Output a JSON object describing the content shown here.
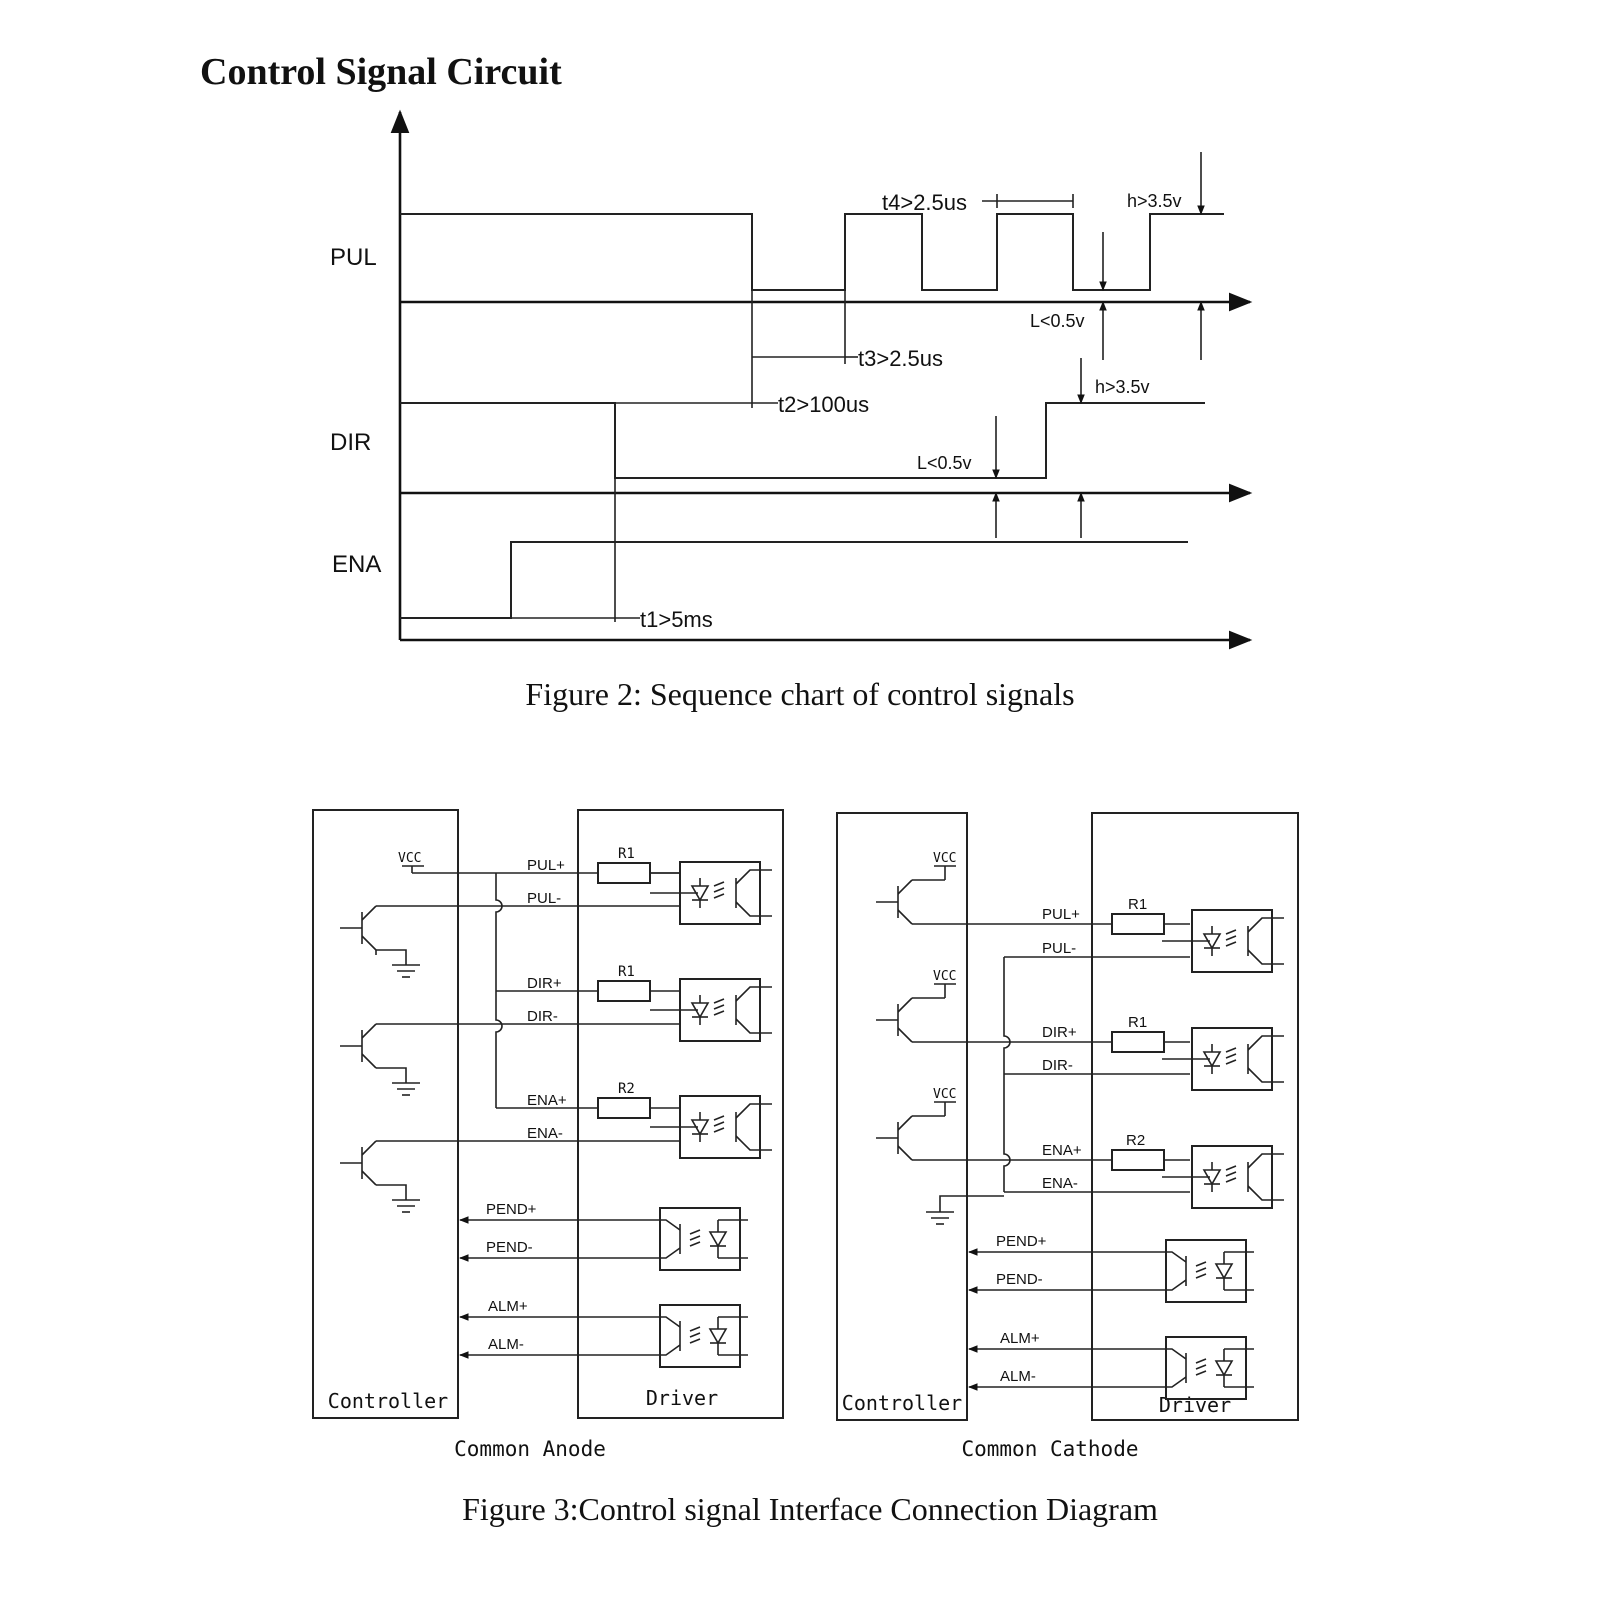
{
  "page": {
    "section_title": "Control Signal Circuit",
    "figure2_caption": "Figure 2: Sequence chart of control signals",
    "figure3_caption": "Figure 3:Control signal Interface Connection Diagram"
  },
  "sequence": {
    "signals": [
      "PUL",
      "DIR",
      "ENA"
    ],
    "timing_labels": {
      "t1": "t1>5ms",
      "t2": "t2>100us",
      "t3": "t3>2.5us",
      "t4": "t4>2.5us"
    },
    "level_labels": {
      "pul_high": "h>3.5v",
      "pul_low": "L<0.5v",
      "dir_high": "h>3.5v",
      "dir_low": "L<0.5v"
    }
  },
  "interface": {
    "anode": {
      "caption": "Common Anode",
      "controller_label": "Controller",
      "driver_label": "Driver",
      "vcc": "VCC",
      "inputs": [
        {
          "plus": "PUL+",
          "minus": "PUL-",
          "resistor": "R1"
        },
        {
          "plus": "DIR+",
          "minus": "DIR-",
          "resistor": "R1"
        },
        {
          "plus": "ENA+",
          "minus": "ENA-",
          "resistor": "R2"
        }
      ],
      "outputs": [
        {
          "plus": "PEND+",
          "minus": "PEND-"
        },
        {
          "plus": "ALM+",
          "minus": "ALM-"
        }
      ]
    },
    "cathode": {
      "caption": "Common Cathode",
      "controller_label": "Controller",
      "driver_label": "Driver",
      "vcc": [
        "VCC",
        "VCC",
        "VCC"
      ],
      "inputs": [
        {
          "plus": "PUL+",
          "minus": "PUL-",
          "resistor": "R1"
        },
        {
          "plus": "DIR+",
          "minus": "DIR-",
          "resistor": "R1"
        },
        {
          "plus": "ENA+",
          "minus": "ENA-",
          "resistor": "R2"
        }
      ],
      "outputs": [
        {
          "plus": "PEND+",
          "minus": "PEND-"
        },
        {
          "plus": "ALM+",
          "minus": "ALM-"
        }
      ]
    }
  }
}
